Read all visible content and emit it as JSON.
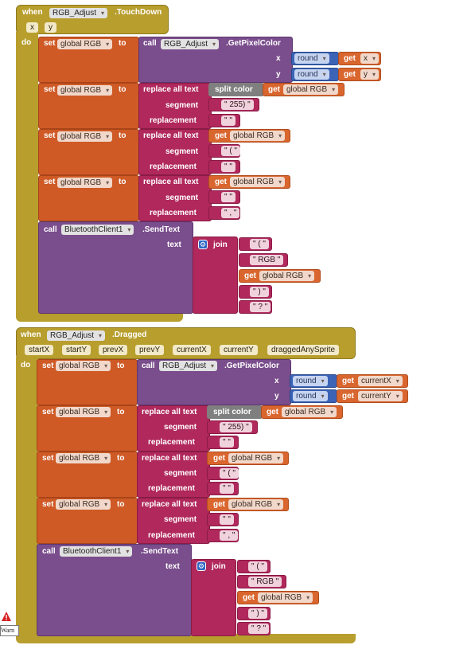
{
  "warning": {
    "label": "Warn"
  },
  "blocks": [
    {
      "when": "when",
      "component": "RGB_Adjust",
      "event": ".TouchDown",
      "params": [
        "x",
        "y"
      ],
      "do": "do",
      "call_getpixel": {
        "call": "call",
        "component": "RGB_Adjust",
        "method": ".GetPixelColor",
        "x_label": "x",
        "y_label": "y",
        "round": "round",
        "get": "get",
        "x_var": "x",
        "y_var": "y"
      },
      "set_label": "set",
      "to_label": "to",
      "var": "global RGB",
      "replace_label": "replace all text",
      "segment_label": "segment",
      "replacement_label": "replacement",
      "split_color": "split color",
      "seg_values": [
        "255)",
        "(",
        " "
      ],
      "rep_values": [
        " ",
        " ",
        ","
      ],
      "send": {
        "call": "call",
        "component": "BluetoothClient1",
        "method": ".SendText",
        "text_label": "text",
        "join": "join",
        "items": [
          "(",
          "RGB",
          "global RGB",
          ")",
          "?"
        ]
      }
    },
    {
      "when": "when",
      "component": "RGB_Adjust",
      "event": ".Dragged",
      "params": [
        "startX",
        "startY",
        "prevX",
        "prevY",
        "currentX",
        "currentY",
        "draggedAnySprite"
      ],
      "do": "do",
      "call_getpixel": {
        "call": "call",
        "component": "RGB_Adjust",
        "method": ".GetPixelColor",
        "x_label": "x",
        "y_label": "y",
        "round": "round",
        "get": "get",
        "x_var": "currentX",
        "y_var": "currentY"
      },
      "set_label": "set",
      "to_label": "to",
      "var": "global RGB",
      "replace_label": "replace all text",
      "segment_label": "segment",
      "replacement_label": "replacement",
      "split_color": "split color",
      "seg_values": [
        "255)",
        "(",
        " "
      ],
      "rep_values": [
        " ",
        " ",
        ","
      ],
      "send": {
        "call": "call",
        "component": "BluetoothClient1",
        "method": ".SendText",
        "text_label": "text",
        "join": "join",
        "items": [
          "(",
          "RGB",
          "global RGB",
          ")",
          "?"
        ]
      }
    }
  ]
}
